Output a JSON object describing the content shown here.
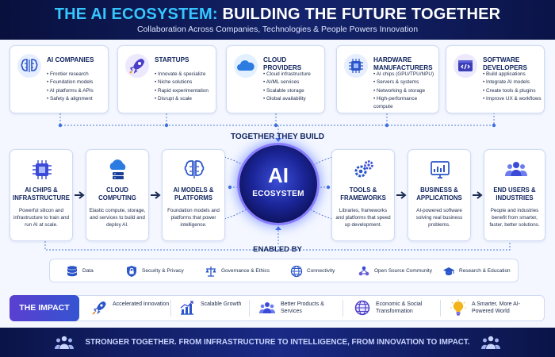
{
  "header": {
    "title_accent": "THE AI ECOSYSTEM:",
    "title_rest": "BUILDING THE FUTURE TOGETHER",
    "subtitle": "Collaboration Across Companies, Technologies & People Powers Innovation"
  },
  "participants": [
    {
      "title": "AI COMPANIES",
      "icon": "brain-circuit-icon",
      "items": [
        "Frontier research",
        "Foundation models",
        "AI platforms & APIs",
        "Safety & alignment"
      ]
    },
    {
      "title": "STARTUPS",
      "icon": "rocket-icon",
      "items": [
        "Innovate & specialize",
        "Niche solutions",
        "Rapid experimentation",
        "Disrupt & scale"
      ]
    },
    {
      "title": "CLOUD PROVIDERS",
      "icon": "cloud-icon",
      "items": [
        "Cloud infrastructure",
        "AI/ML services",
        "Scalable storage",
        "Global availability"
      ]
    },
    {
      "title": "HARDWARE MANUFACTURERS",
      "icon": "chip-icon",
      "items": [
        "AI chips (GPU/TPU/NPU)",
        "Servers & systems",
        "Networking & storage",
        "High-performance compute"
      ]
    },
    {
      "title": "SOFTWARE DEVELOPERS",
      "icon": "code-window-icon",
      "items": [
        "Build applications",
        "Integrate AI models",
        "Create tools & plugins",
        "Improve UX & workflows"
      ]
    }
  ],
  "together_label": "TOGETHER THEY BUILD",
  "core": {
    "line1": "AI",
    "line2": "ECOSYSTEM"
  },
  "pillars": [
    {
      "title": "AI CHIPS & INFRASTRUCTURE",
      "desc": "Powerful silicon and infrastructure to train and run AI at scale.",
      "icon": "chip-icon"
    },
    {
      "title": "CLOUD COMPUTING",
      "desc": "Elastic compute, storage, and services to build and deploy AI.",
      "icon": "cloud-server-icon"
    },
    {
      "title": "AI MODELS & PLATFORMS",
      "desc": "Foundation models and platforms that power intelligence.",
      "icon": "brain-icon"
    },
    {
      "title": "TOOLS & FRAMEWORKS",
      "desc": "Libraries, frameworks and platforms that speed up development.",
      "icon": "gears-icon"
    },
    {
      "title": "BUSINESS & APPLICATIONS",
      "desc": "AI-powered software solving real business problems.",
      "icon": "dashboard-icon"
    },
    {
      "title": "END USERS & INDUSTRIES",
      "desc": "People and industries benefit from smarter, faster, better solutions.",
      "icon": "users-icon"
    }
  ],
  "enabled_label": "ENABLED BY",
  "enablers": [
    {
      "label": "Data",
      "icon": "database-icon"
    },
    {
      "label": "Security & Privacy",
      "icon": "lock-shield-icon"
    },
    {
      "label": "Governance & Ethics",
      "icon": "scales-icon"
    },
    {
      "label": "Connectivity",
      "icon": "globe-icon"
    },
    {
      "label": "Open Source Community",
      "icon": "community-icon"
    },
    {
      "label": "Research & Education",
      "icon": "graduation-cap-icon"
    }
  ],
  "impact": {
    "label": "THE IMPACT",
    "items": [
      {
        "label": "Accelerated Innovation",
        "icon": "rocket-icon"
      },
      {
        "label": "Scalable Growth",
        "icon": "growth-chart-icon"
      },
      {
        "label": "Better Products & Services",
        "icon": "people-icon"
      },
      {
        "label": "Economic & Social Transformation",
        "icon": "globe-icon"
      },
      {
        "label": "A Smarter, More AI-Powered World",
        "icon": "lightbulb-icon"
      }
    ]
  },
  "footer": "STRONGER TOGETHER. FROM INFRASTRUCTURE TO INTELLIGENCE, FROM INNOVATION TO IMPACT.",
  "colors": {
    "navy": "#10245e",
    "accent": "#36c6ff",
    "blue": "#3d6fe0",
    "purple": "#5b3fd1"
  }
}
